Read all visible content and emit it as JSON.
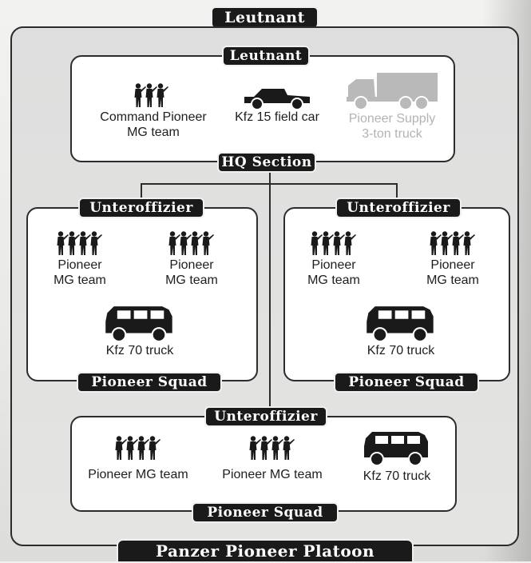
{
  "diagram": {
    "top_title": "Leutnant",
    "footer_title": "Panzer Pioneer Platoon",
    "colors": {
      "dark": "#1a1a1a",
      "faded": "#b3b3b3",
      "frame": "#2c2c2c"
    }
  },
  "hq": {
    "title": "Leutnant",
    "section_label": "HQ Section",
    "units": [
      {
        "line1": "Command Pioneer",
        "line2": "MG team",
        "icon": "soldiers-icon"
      },
      {
        "line1": "Kfz 15 field car",
        "line2": "",
        "icon": "field-car-icon"
      },
      {
        "line1": "Pioneer Supply",
        "line2": "3-ton truck",
        "icon": "supply-truck-icon",
        "faded": true
      }
    ]
  },
  "squad_left": {
    "title": "Unteroffizier",
    "label": "Pioneer Squad",
    "units": [
      {
        "line1": "Pioneer",
        "line2": "MG team"
      },
      {
        "line1": "Pioneer",
        "line2": "MG team"
      },
      {
        "line1": "Kfz 70 truck",
        "line2": ""
      }
    ]
  },
  "squad_right": {
    "title": "Unteroffizier",
    "label": "Pioneer Squad",
    "units": [
      {
        "line1": "Pioneer",
        "line2": "MG team"
      },
      {
        "line1": "Pioneer",
        "line2": "MG team"
      },
      {
        "line1": "Kfz 70 truck",
        "line2": ""
      }
    ]
  },
  "squad_bottom": {
    "title": "Unteroffizier",
    "label": "Pioneer Squad",
    "units": [
      {
        "line1": "Pioneer MG team"
      },
      {
        "line1": "Pioneer MG team"
      },
      {
        "line1": "Kfz 70 truck"
      }
    ]
  }
}
